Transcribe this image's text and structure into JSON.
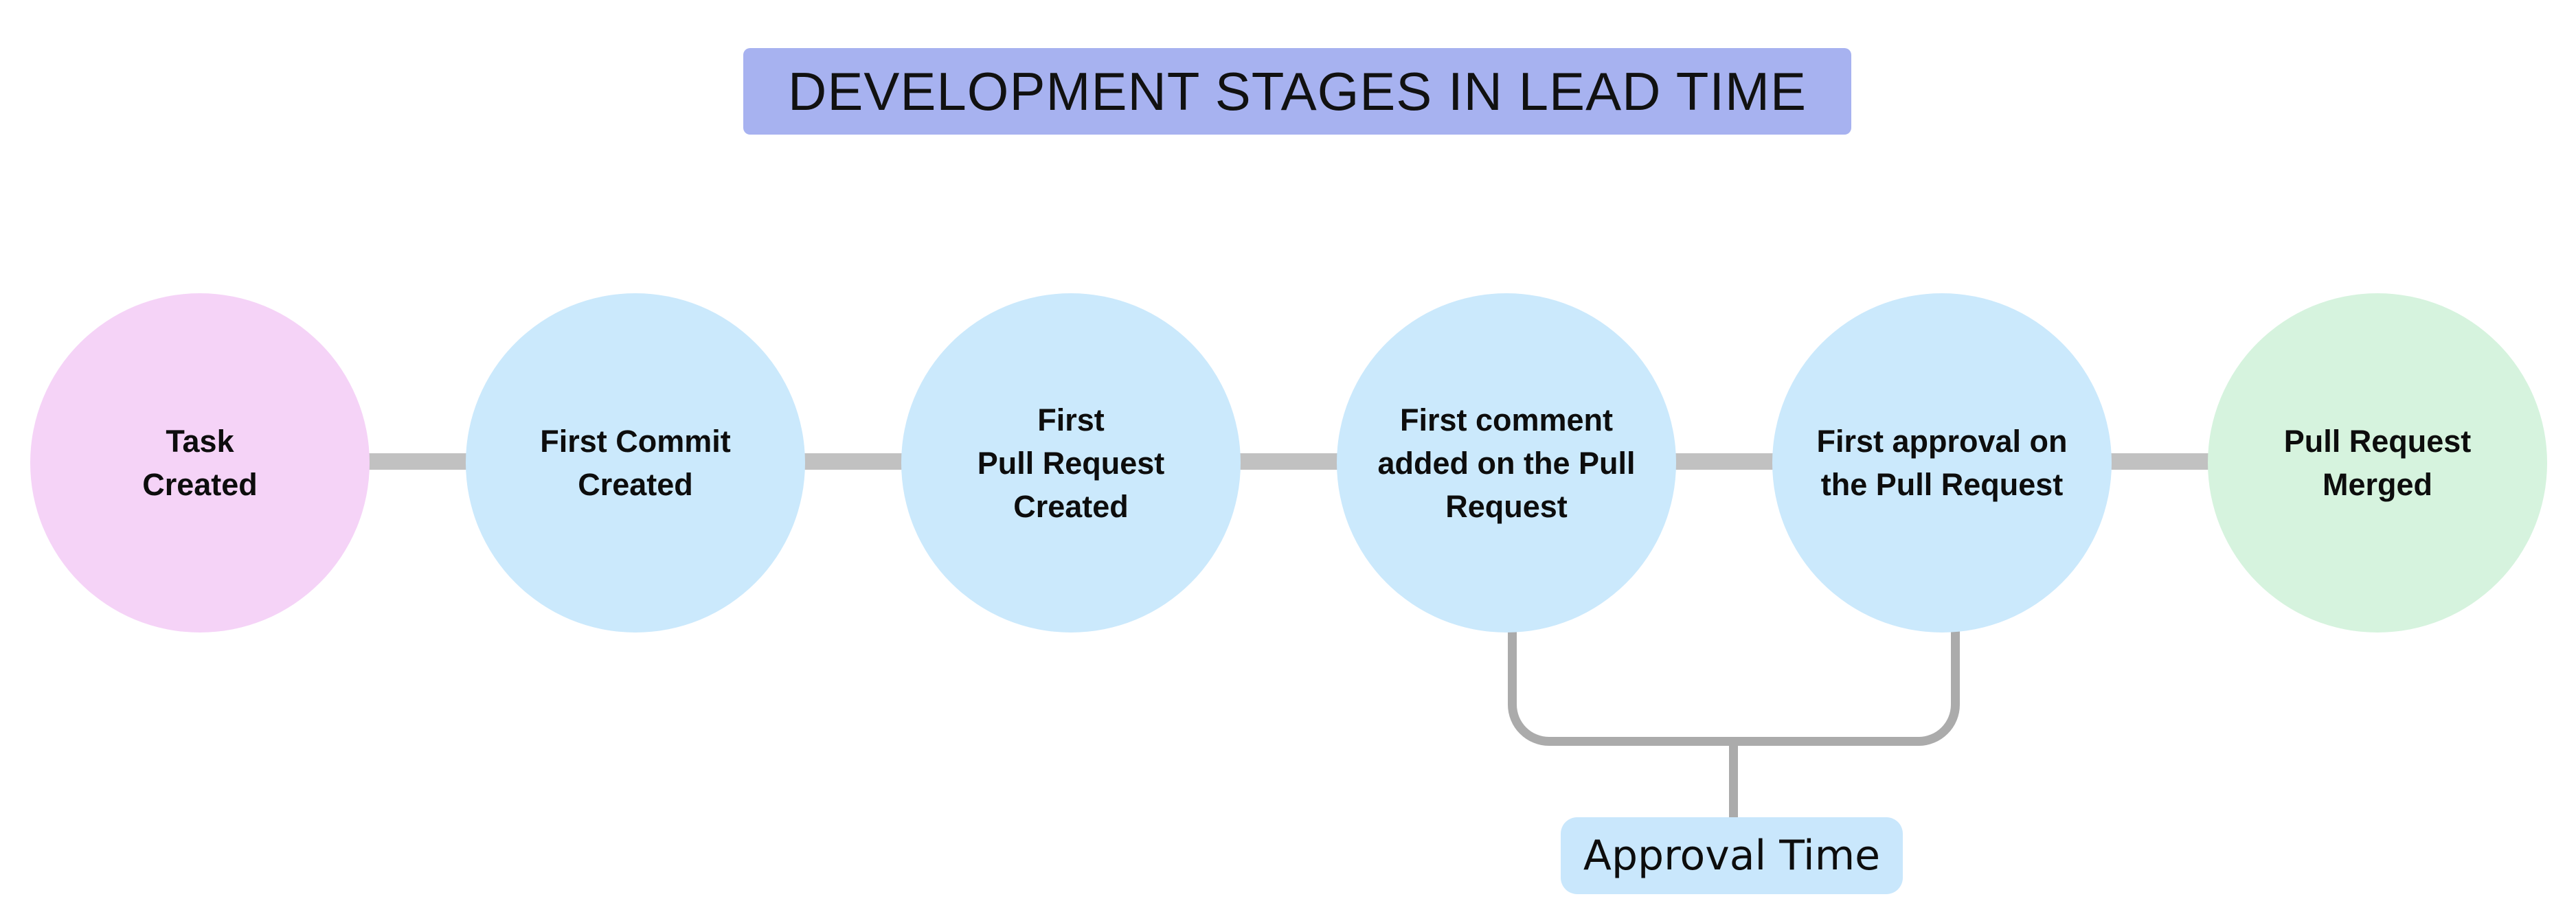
{
  "title": {
    "label": "DEVELOPMENT STAGES IN LEAD TIME",
    "bg_color": "#a7b2f0"
  },
  "stages": [
    {
      "label": "Task\nCreated",
      "color": "#f5d3f7"
    },
    {
      "label": "First Commit\nCreated",
      "color": "#cbe9fc"
    },
    {
      "label": "First\nPull Request\nCreated",
      "color": "#cbe9fc"
    },
    {
      "label": "First comment\nadded on the Pull\nRequest",
      "color": "#cbe9fc"
    },
    {
      "label": "First approval on\nthe Pull Request",
      "color": "#cbe9fc"
    },
    {
      "label": "Pull Request\nMerged",
      "color": "#d6f3de"
    }
  ],
  "connector_color": "#c1c1c1",
  "bracket": {
    "label": "Approval Time",
    "bg_color": "#c9e7fc",
    "line_color": "#ababab"
  }
}
